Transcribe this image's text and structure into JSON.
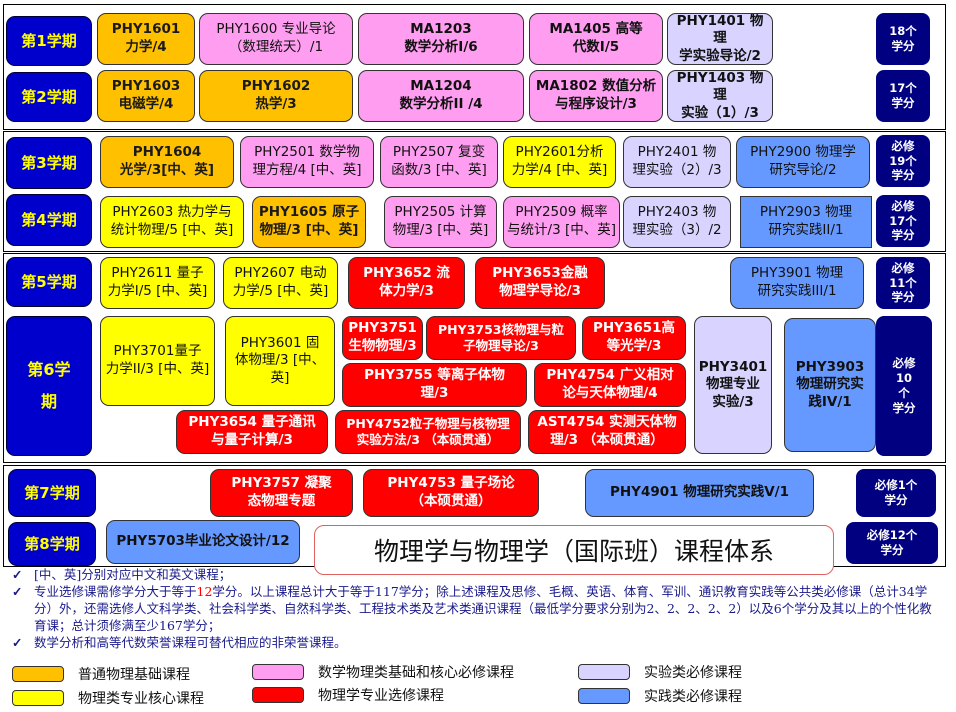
{
  "semesters": {
    "s1": "第1学期",
    "s2": "第2学期",
    "s3": "第3学期",
    "s4": "第4学期",
    "s5": "第5学期",
    "s6": "第6学\n期",
    "s7": "第7学期",
    "s8": "第8学期"
  },
  "credits": {
    "s1": "18个\n学分",
    "s2": "17个\n学分",
    "s3": "必修\n19个\n学分",
    "s4": "必修\n17个\n学分",
    "s5": "必修\n11个\n学分",
    "s6": "必修\n10\n个\n学分",
    "s7": "必修1个\n学分",
    "s8": "必修12个\n学分"
  },
  "courses": {
    "phy1601": "PHY1601\n力学/4",
    "phy1600": "PHY1600 专业导论\n（数理统天）/1",
    "ma1203": "MA1203\n数学分析I/6",
    "ma1405": "MA1405 高等\n代数I/5",
    "phy1401": "PHY1401 物理\n学实验导论/2",
    "phy1603": "PHY1603\n电磁学/4",
    "phy1602": "PHY1602\n热学/3",
    "ma1204": "MA1204\n数学分析II /4",
    "ma1802": "MA1802 数值分析\n与程序设计/3",
    "phy1403": "PHY1403 物理\n实验（1）/3",
    "phy1604": "PHY1604\n光学/3[中、英]",
    "phy2501": "PHY2501 数学物\n理方程/4 [中、英]",
    "phy2507": "PHY2507 复变\n函数/3 [中、英]",
    "phy2601": "PHY2601分析\n力学/4 [中、英]",
    "phy2401": "PHY2401 物\n理实验（2）/3",
    "phy2900": "PHY2900 物理学\n研究导论/2",
    "phy2603": "PHY2603 热力学与\n统计物理/5 [中、英]",
    "phy1605": "PHY1605  原子\n物理/3 [中、英]",
    "phy2505": "PHY2505 计算\n物理/3 [中、英]",
    "phy2509": "PHY2509 概率\n与统计/3 [中、英]",
    "phy2403": "PHY2403 物\n理实验（3）/2",
    "phy2903": "PHY2903 物理\n研究实践II/1",
    "phy2611": "PHY2611 量子\n力学I/5 [中、英]",
    "phy2607": "PHY2607 电动\n力学/5 [中、英]",
    "phy3652": "PHY3652 流\n体力学/3",
    "phy3653": "PHY3653金融\n物理学导论/3",
    "phy3901": "PHY3901 物理\n研究实践III/1",
    "phy3701": "PHY3701量子\n力学II/3 [中、英]",
    "phy3601": "PHY3601 固\n体物理/3 [中、\n英]",
    "phy3751": "PHY3751\n生物物理/3",
    "phy3753": "PHY3753核物理与粒\n子物理导论/3",
    "phy3651": "PHY3651高\n等光学/3",
    "phy3401": "PHY3401\n物理专业\n实验/3",
    "phy3903": "PHY3903\n物理研究实\n践IV/1",
    "phy3755": "PHY3755 等离子体物\n理/3",
    "phy4754": "PHY4754 广义相对\n论与天体物理/4",
    "phy3654": "PHY3654 量子通讯\n与量子计算/3",
    "phy4752": "PHY4752粒子物理与核物理\n实验方法/3 （本硕贯通）",
    "ast4754": "AST4754 实测天体物\n理/3 （本硕贯通）",
    "phy3757": "PHY3757 凝聚\n态物理专题",
    "phy4753": "PHY4753 量子场论\n（本硕贯通）",
    "phy4901": "PHY4901 物理研究实践V/1",
    "phy5703": "PHY5703毕业论文设计/12"
  },
  "title": "物理学与物理学（国际班）课程体系",
  "notes": {
    "n1": "[中、英]分别对应中文和英文课程；",
    "n2_a": "专业选修课需修学分大于等于",
    "n2_num": "12",
    "n2_b": "学分。以上课程总计大于等于117学分；除上述课程及思修、毛概、英语、体育、军训、通识教育实践等公共类必修课（总计34学分）外，还需选修人文科学类、社会科学类、自然科学类、工程技术类及艺术类通识课程（最低学分要求分别为2、2、2、2、2）以及6个学分及其以上的个性化教育课；总计须修满至少167学分；",
    "n3": "数学分析和高等代数荣誉课程可替代相应的非荣誉课程。"
  },
  "legend": {
    "orange": "普通物理基础课程",
    "pink": "数学物理类基础和核心必修课程",
    "lavender": "实验类必修课程",
    "yellow": "物理类专业核心课程",
    "red": "物理学专业选修课程",
    "blue": "实践类必修课程"
  },
  "colors": {
    "semester_bg": "#0000cc",
    "semester_text": "#ffff00",
    "credit_bg": "#000080",
    "orange": "#ffc000",
    "pink": "#ff9ef0",
    "yellow": "#ffff00",
    "lavender": "#d8d4ff",
    "blue": "#6699ff",
    "red": "#ff0000"
  }
}
